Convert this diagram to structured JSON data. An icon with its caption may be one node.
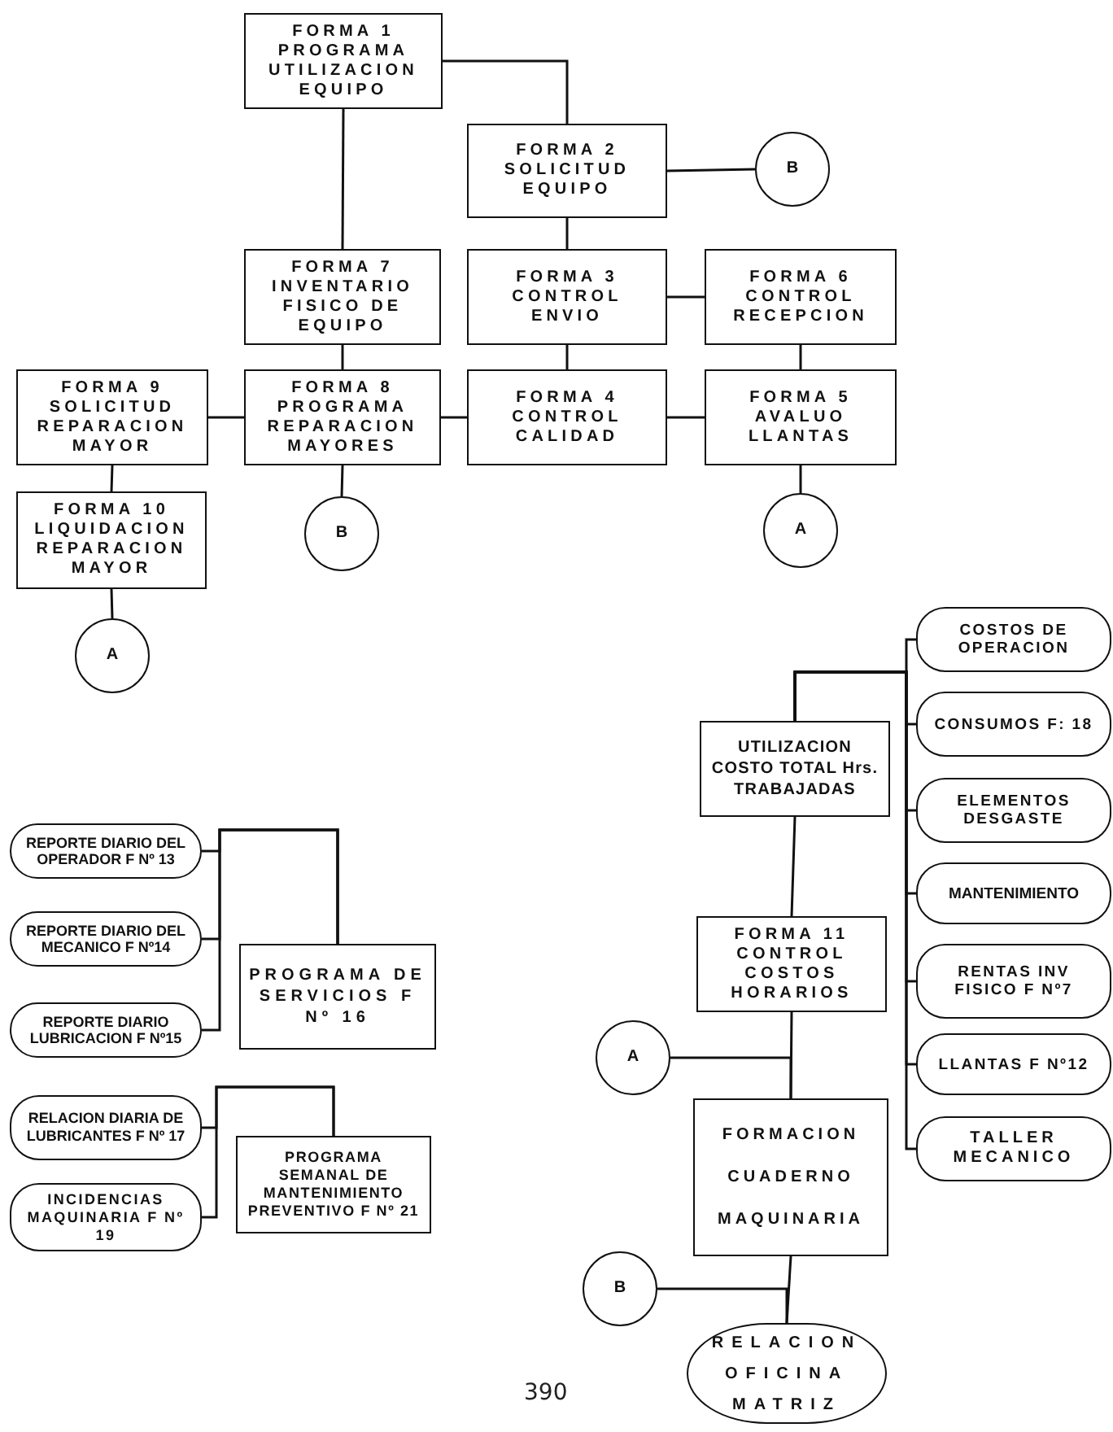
{
  "diagram": {
    "nodes": [
      {
        "text": [
          "FORMA 1 PROGRAMA UTILIZACION EQUIPO"
        ]
      },
      {
        "text": [
          "FORMA 2 SOLICITUD EQUIPO"
        ]
      },
      {
        "text": [
          "B"
        ]
      },
      {
        "text": [
          "FORMA 7 INVENTARIO FISICO DE EQUIPO"
        ]
      },
      {
        "text": [
          "FORMA 3 CONTROL ENVIO"
        ]
      },
      {
        "text": [
          "FORMA 6 CONTROL RECEPCION"
        ]
      },
      {
        "text": [
          "FORMA 9 SOLICITUD REPARACION MAYOR"
        ]
      },
      {
        "text": [
          "FORMA 8 PROGRAMA REPARACION MAYORES"
        ]
      },
      {
        "text": [
          "FORMA 4 CONTROL CALIDAD"
        ]
      },
      {
        "text": [
          "FORMA 5 AVALUO LLANTAS"
        ]
      },
      {
        "text": [
          "FORMA 10 LIQUIDACION REPARACION MAYOR"
        ]
      },
      {
        "text": [
          "B"
        ]
      },
      {
        "text": [
          "A"
        ]
      },
      {
        "text": [
          "A"
        ]
      },
      {
        "text": [
          "COSTOS DE OPERACION"
        ]
      },
      {
        "text": [
          "UTILIZACION COSTO TOTAL Hrs. TRABAJADAS"
        ]
      },
      {
        "text": [
          "CONSUMOS F: 18"
        ]
      },
      {
        "text": [
          "ELEMENTOS DESGASTE"
        ]
      },
      {
        "text": [
          "MANTENIMIENTO"
        ]
      },
      {
        "text": [
          "RENTAS INV FISICO F Nº7"
        ]
      },
      {
        "text": [
          "LLANTAS F Nº12"
        ]
      },
      {
        "text": [
          "TALLER MECANICO"
        ]
      },
      {
        "text": [
          "FORMA 11 CONTROL COSTOS HORARIOS"
        ]
      },
      {
        "text": [
          "A"
        ]
      },
      {
        "text": [
          "FORMACION CUADERNO MAQUINARIA"
        ]
      },
      {
        "text": [
          "B"
        ]
      },
      {
        "text": [
          "RELACION OFICINA MATRIZ"
        ]
      },
      {
        "text": [
          "REPORTE DIARIO DEL OPERADOR F Nº 13"
        ]
      },
      {
        "text": [
          "REPORTE DIARIO DEL MECANICO F Nº14"
        ]
      },
      {
        "text": [
          "REPORTE DIARIO LUBRICACION F Nº15"
        ]
      },
      {
        "text": [
          "PROGRAMA DE SERVICIOS F Nº 16"
        ]
      },
      {
        "text": [
          "RELACION DIARIA DE LUBRICANTES F Nº 17"
        ]
      },
      {
        "text": [
          "INCIDENCIAS MAQUINARIA F Nº 19"
        ]
      },
      {
        "text": [
          "PROGRAMA SEMANAL DE MANTENIMIENTO PREVENTIVO F Nº 21"
        ]
      }
    ],
    "edges": [
      {
        "from": 0,
        "to": 1,
        "arrow": "none"
      },
      {
        "from": 0,
        "to": 3,
        "arrow": "none"
      },
      {
        "from": 1,
        "to": 2,
        "arrow": "none"
      },
      {
        "from": 1,
        "to": 4,
        "arrow": "none"
      },
      {
        "from": 4,
        "to": 5,
        "arrow": "none"
      },
      {
        "from": 3,
        "to": 7,
        "arrow": "none"
      },
      {
        "from": 4,
        "to": 8,
        "arrow": "none"
      },
      {
        "from": 5,
        "to": 9,
        "arrow": "none"
      },
      {
        "from": 6,
        "to": 7,
        "arrow": "none"
      },
      {
        "from": 7,
        "to": 8,
        "arrow": "none"
      },
      {
        "from": 8,
        "to": 9,
        "arrow": "none"
      },
      {
        "from": 6,
        "to": 10,
        "arrow": "none"
      },
      {
        "from": 7,
        "to": 11,
        "arrow": "none"
      },
      {
        "from": 9,
        "to": 12,
        "arrow": "none"
      },
      {
        "from": 10,
        "to": 13,
        "arrow": "none"
      },
      {
        "from": 15,
        "to": 14,
        "arrow": "none"
      },
      {
        "from": 15,
        "to": 16,
        "arrow": "none"
      },
      {
        "from": 15,
        "to": 17,
        "arrow": "none"
      },
      {
        "from": 15,
        "to": 18,
        "arrow": "none"
      },
      {
        "from": 15,
        "to": 19,
        "arrow": "none"
      },
      {
        "from": 15,
        "to": 20,
        "arrow": "none"
      },
      {
        "from": 15,
        "to": 21,
        "arrow": "none"
      },
      {
        "from": 15,
        "to": 22,
        "arrow": "none"
      },
      {
        "from": 22,
        "to": 24,
        "arrow": "none"
      },
      {
        "from": 23,
        "to": 24,
        "arrow": "none"
      },
      {
        "from": 24,
        "to": 26,
        "arrow": "none"
      },
      {
        "from": 25,
        "to": 26,
        "arrow": "none"
      },
      {
        "from": 27,
        "to": 30,
        "arrow": "none"
      },
      {
        "from": 28,
        "to": 30,
        "arrow": "none"
      },
      {
        "from": 29,
        "to": 30,
        "arrow": "none"
      },
      {
        "from": 31,
        "to": 33,
        "arrow": "none"
      },
      {
        "from": 32,
        "to": 33,
        "arrow": "none"
      }
    ],
    "labels": [
      "390"
    ]
  }
}
